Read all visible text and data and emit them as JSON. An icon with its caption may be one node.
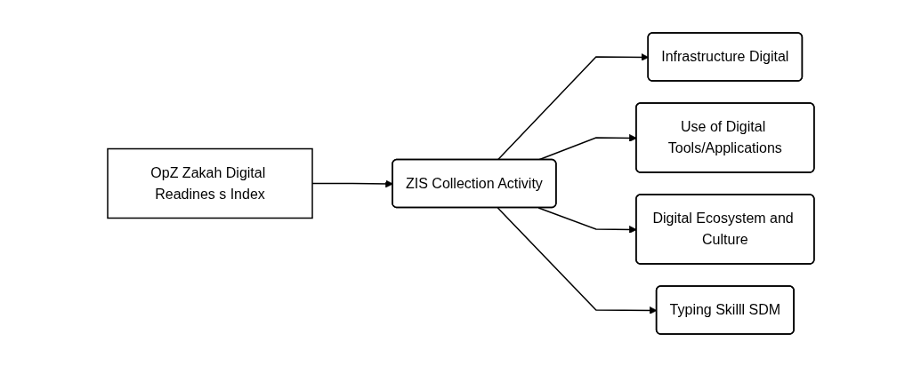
{
  "diagram": {
    "nodes": [
      {
        "text": [
          "OpZ Zakah Digital Readines s Index"
        ]
      },
      {
        "text": [
          "ZIS Collection Activity"
        ]
      },
      {
        "text": [
          "Infrastructure Digital"
        ]
      },
      {
        "text": [
          "Use of Digital Tools/Applications"
        ]
      },
      {
        "text": [
          "Digital Ecosystem and Culture"
        ]
      },
      {
        "text": [
          "Typing Skilll SDM"
        ]
      }
    ],
    "edges": [
      {
        "from": 0,
        "to": 1,
        "arrow": "to"
      },
      {
        "from": 1,
        "to": 2,
        "arrow": "to"
      },
      {
        "from": 1,
        "to": 3,
        "arrow": "to"
      },
      {
        "from": 1,
        "to": 4,
        "arrow": "to"
      },
      {
        "from": 1,
        "to": 5,
        "arrow": "to"
      }
    ]
  }
}
